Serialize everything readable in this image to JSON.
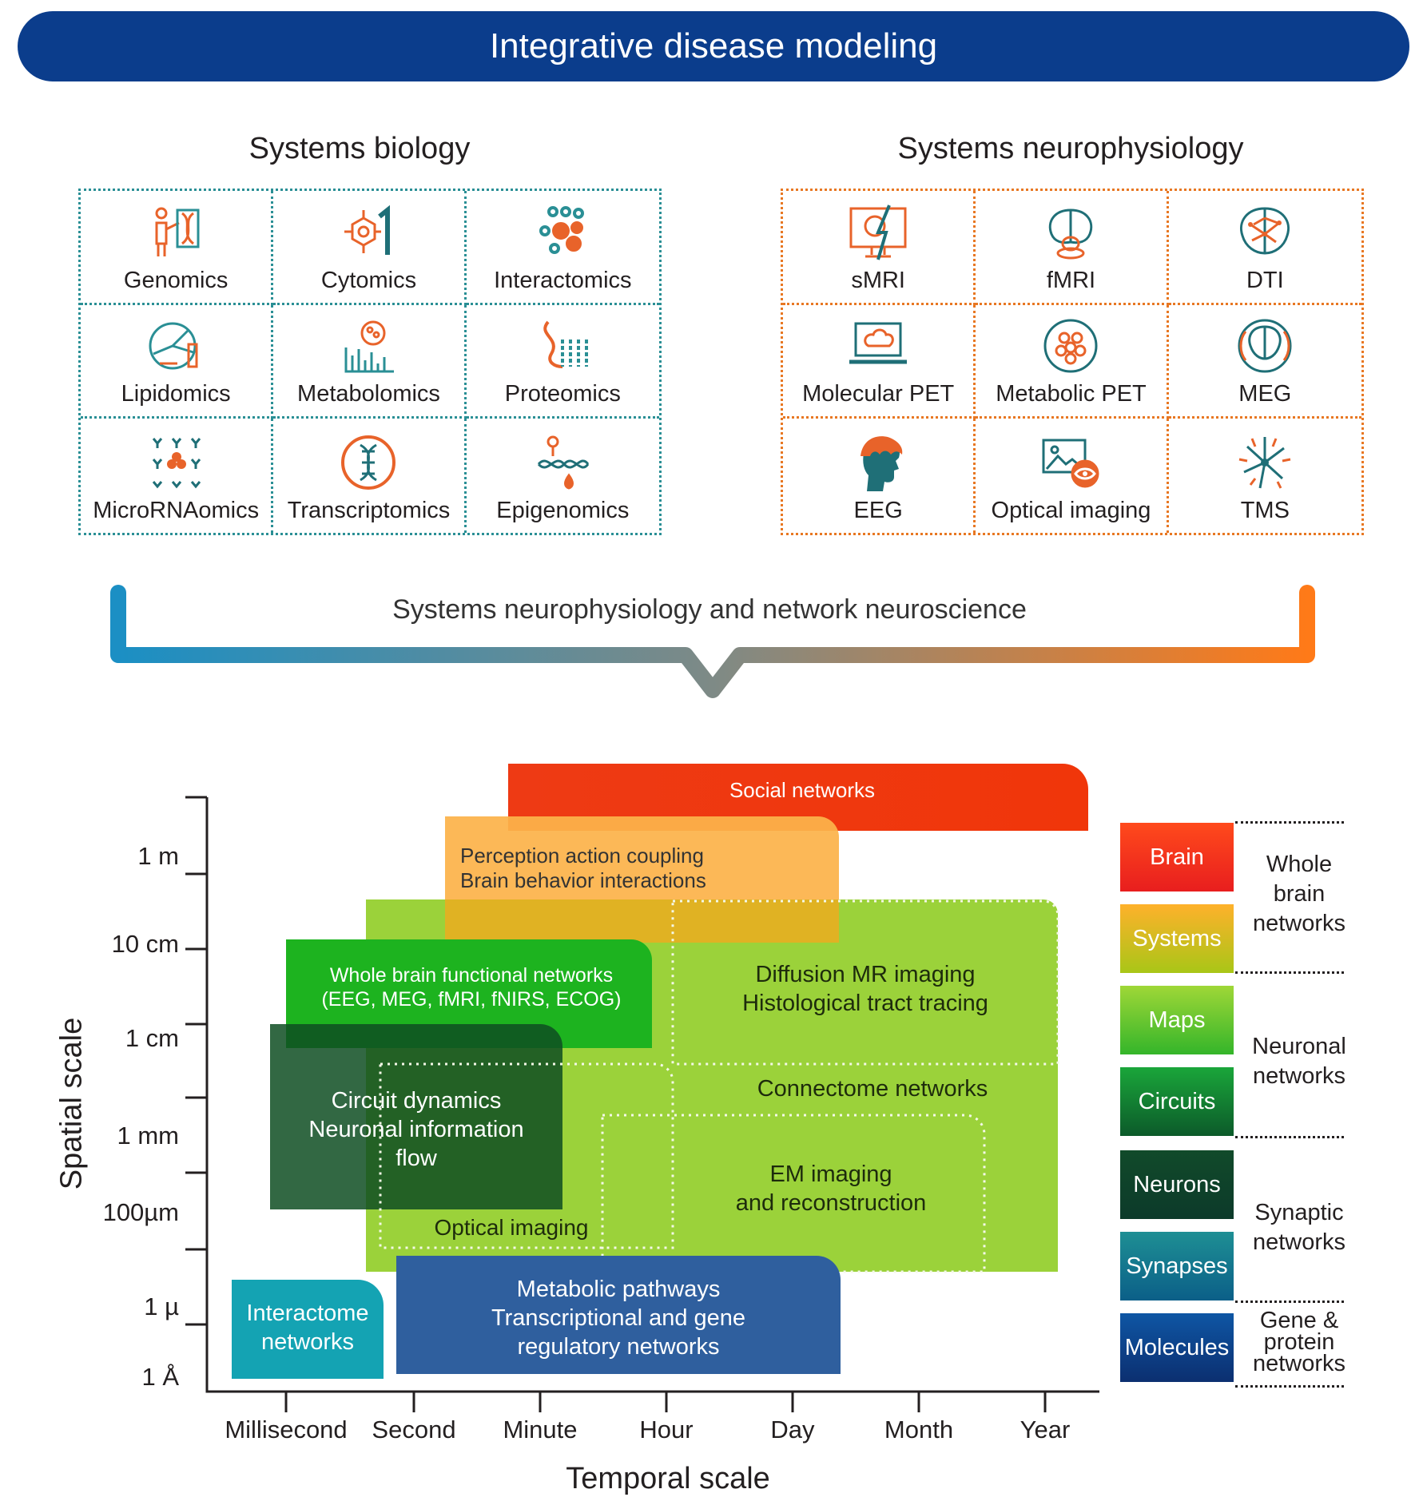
{
  "header": {
    "title": "Integrative disease modeling"
  },
  "systems_biology": {
    "title": "Systems biology",
    "items": [
      {
        "label": "Genomics",
        "icon": "genomics-icon"
      },
      {
        "label": "Cytomics",
        "icon": "cytomics-icon"
      },
      {
        "label": "Interactomics",
        "icon": "interactomics-icon"
      },
      {
        "label": "Lipidomics",
        "icon": "lipidomics-icon"
      },
      {
        "label": "Metabolomics",
        "icon": "metabolomics-icon"
      },
      {
        "label": "Proteomics",
        "icon": "proteomics-icon"
      },
      {
        "label": "MicroRNAomics",
        "icon": "microrna-icon"
      },
      {
        "label": "Transcriptomics",
        "icon": "transcriptomics-icon"
      },
      {
        "label": "Epigenomics",
        "icon": "epigenomics-icon"
      }
    ]
  },
  "systems_neurophysiology": {
    "title": "Systems neurophysiology",
    "items": [
      {
        "label": "sMRI",
        "icon": "smri-icon"
      },
      {
        "label": "fMRI",
        "icon": "fmri-icon"
      },
      {
        "label": "DTI",
        "icon": "dti-icon"
      },
      {
        "label": "Molecular PET",
        "icon": "molecular-pet-icon"
      },
      {
        "label": "Metabolic PET",
        "icon": "metabolic-pet-icon"
      },
      {
        "label": "MEG",
        "icon": "meg-icon"
      },
      {
        "label": "EEG",
        "icon": "eeg-icon"
      },
      {
        "label": "Optical imaging",
        "icon": "optical-imaging-icon"
      },
      {
        "label": "TMS",
        "icon": "tms-icon"
      }
    ]
  },
  "bracket": {
    "label": "Systems neurophysiology and network neuroscience"
  },
  "scale_chart": {
    "regions": {
      "social": "Social networks",
      "perception_1": "Perception action coupling",
      "perception_2": "Brain behavior interactions",
      "whole_brain_1": "Whole brain functional networks",
      "whole_brain_2": "(EEG, MEG, fMRI, fNIRS, ECOG)",
      "diffusion_1": "Diffusion MR imaging",
      "diffusion_2": "Histological tract tracing",
      "connectome": "Connectome networks",
      "circuit_1": "Circuit dynamics",
      "circuit_2": "Neuronal information",
      "circuit_3": "flow",
      "em_1": "EM imaging",
      "em_2": "and reconstruction",
      "optical": "Optical imaging",
      "interactome_1": "Interactome",
      "interactome_2": "networks",
      "metabolic_1": "Metabolic pathways",
      "metabolic_2": "Transcriptional and gene",
      "metabolic_3": "regulatory networks"
    },
    "y_ticks": [
      "1 m",
      "10 cm",
      "1 cm",
      "1 mm",
      "100µm",
      "1 µ",
      "1 Å"
    ],
    "x_ticks": [
      "Millisecond",
      "Second",
      "Minute",
      "Hour",
      "Day",
      "Month",
      "Year"
    ],
    "x_title": "Temporal scale",
    "y_title": "Spatial scale"
  },
  "legend": {
    "levels": [
      {
        "label": "Brain",
        "colors": [
          "#ff4a1c",
          "#e81e1e"
        ]
      },
      {
        "label": "Systems",
        "colors": [
          "#ffb12b",
          "#a9c617"
        ]
      },
      {
        "label": "Maps",
        "colors": [
          "#9fd737",
          "#34b52a"
        ]
      },
      {
        "label": "Circuits",
        "colors": [
          "#1aa63a",
          "#0c5a2a"
        ]
      },
      {
        "label": "Neurons",
        "colors": [
          "#114a2a",
          "#0c3a2a"
        ]
      },
      {
        "label": "Synapses",
        "colors": [
          "#1e8f94",
          "#0b5f88"
        ]
      },
      {
        "label": "Molecules",
        "colors": [
          "#0e56a4",
          "#0c2f70"
        ]
      }
    ],
    "groups": [
      {
        "lines": [
          "Whole",
          "brain",
          "networks"
        ]
      },
      {
        "lines": [
          "Neuronal",
          "networks"
        ]
      },
      {
        "lines": [
          "Synaptic",
          "networks"
        ]
      },
      {
        "lines": [
          "Gene &",
          "protein",
          "networks"
        ]
      }
    ]
  }
}
